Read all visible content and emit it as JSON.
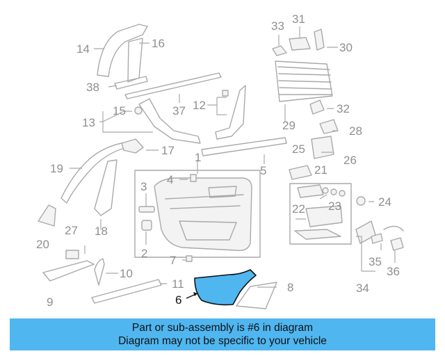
{
  "diagram": {
    "highlighted_part": "6",
    "callouts": [
      "1",
      "2",
      "3",
      "4",
      "5",
      "6",
      "7",
      "8",
      "9",
      "10",
      "11",
      "12",
      "13",
      "14",
      "15",
      "16",
      "17",
      "18",
      "19",
      "20",
      "21",
      "22",
      "23",
      "24",
      "25",
      "26",
      "27",
      "28",
      "29",
      "30",
      "31",
      "32",
      "33",
      "34",
      "35",
      "36",
      "37",
      "38"
    ],
    "highlight_color": "#4fb6f0",
    "line_color": "#a9a9a9"
  },
  "banner": {
    "line1": "Part or sub-assembly is #6 in diagram",
    "line2": "Diagram may not be specific to your vehicle"
  }
}
